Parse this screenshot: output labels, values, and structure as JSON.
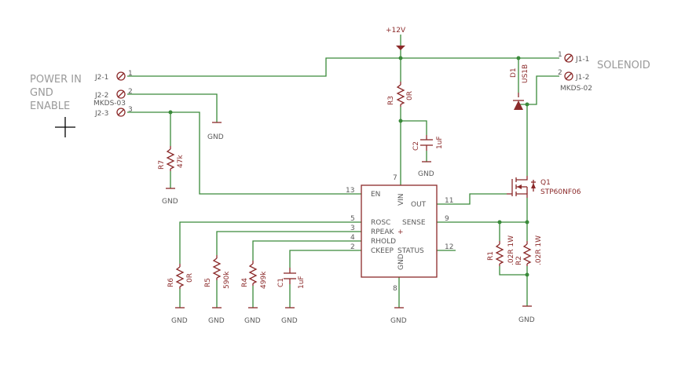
{
  "labels": {
    "power_in": "POWER IN",
    "gnd": "GND",
    "enable": "ENABLE",
    "solenoid": "SOLENOID",
    "supply": "+12V",
    "gnd_symbol": "GND"
  },
  "connectors": {
    "j2": {
      "pins": [
        "J2-1",
        "J2-2",
        "J2-3"
      ],
      "part": "MKDS-03",
      "pin_numbers": [
        "1",
        "2",
        "3"
      ]
    },
    "j1": {
      "pins": [
        "J1-1",
        "J1-2"
      ],
      "part": "MKDS-02",
      "pin_numbers": [
        "1",
        "2"
      ]
    }
  },
  "parts": {
    "r1": {
      "name": "R1",
      "value": ".02R 1W"
    },
    "r2": {
      "name": "R2",
      "value": ".02R 1W"
    },
    "r3": {
      "name": "R3",
      "value": "0R"
    },
    "r4": {
      "name": "R4",
      "value": "499k"
    },
    "r5": {
      "name": "R5",
      "value": "590k"
    },
    "r6": {
      "name": "R6",
      "value": "0R"
    },
    "r7": {
      "name": "R7",
      "value": "47k"
    },
    "c1": {
      "name": "C1",
      "value": "1uF"
    },
    "c2": {
      "name": "C2",
      "value": "1uF"
    },
    "d1": {
      "name": "D1",
      "value": "US1B"
    },
    "q1": {
      "name": "Q1",
      "value": "STP60NF06"
    }
  },
  "ic": {
    "pins": {
      "en": "EN",
      "vin": "VIN",
      "out": "OUT",
      "rosc": "ROSC",
      "sense": "SENSE",
      "rpeak": "RPEAK",
      "rhold": "RHOLD",
      "ckeep": "CKEEP",
      "status": "STATUS",
      "gnd": "GND"
    },
    "pin_numbers": {
      "en": "13",
      "vin": "7",
      "out": "11",
      "rosc": "5",
      "sense": "9",
      "rpeak": "3",
      "rhold": "4",
      "ckeep": "2",
      "status": "12",
      "gnd": "8"
    }
  }
}
